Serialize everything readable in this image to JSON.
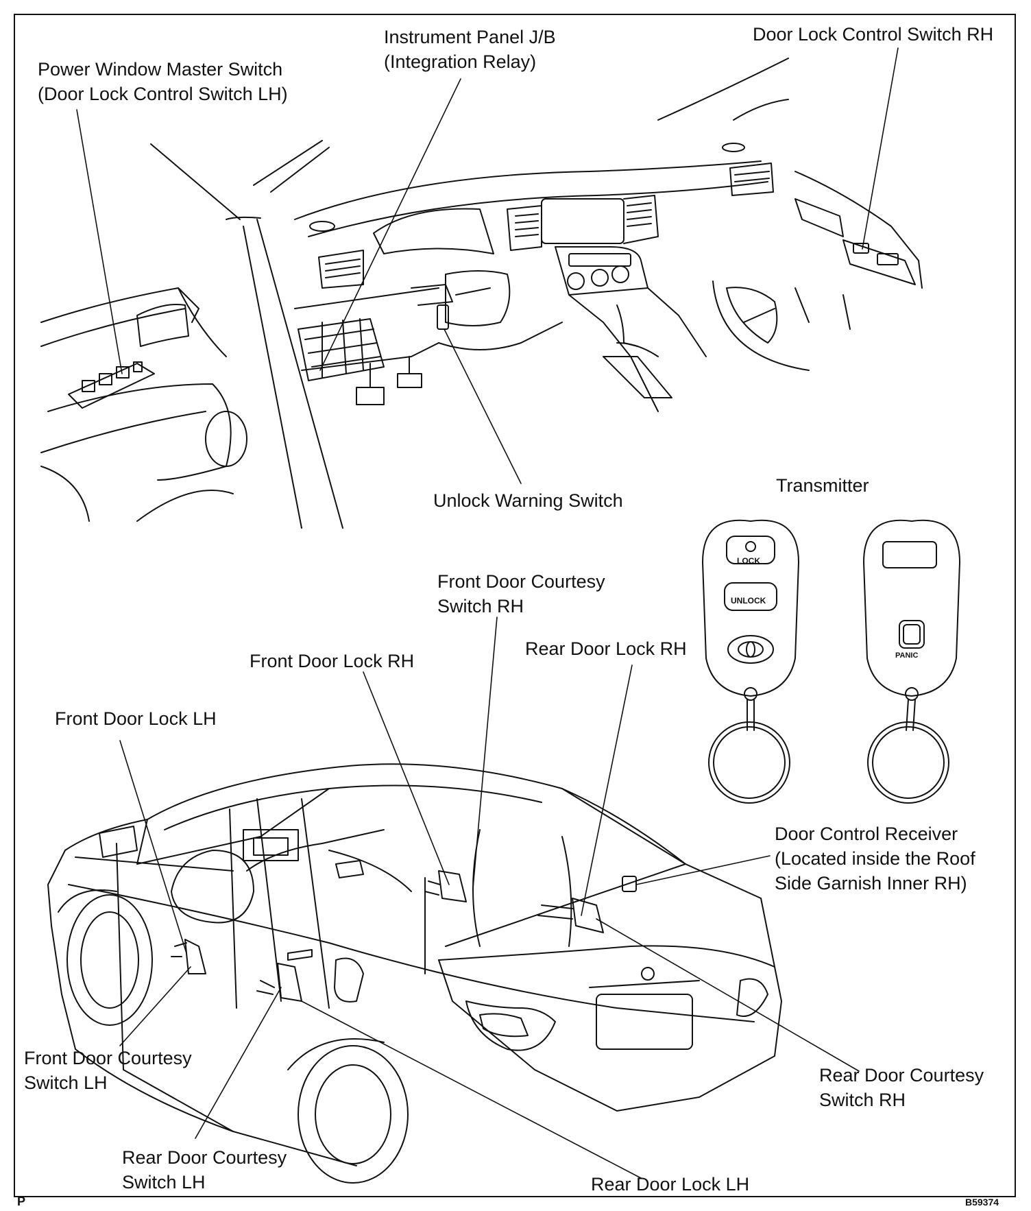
{
  "labels": {
    "instrument_panel": [
      "Instrument Panel J/B",
      "(Integration Relay)"
    ],
    "door_lock_rh": "Door Lock Control Switch RH",
    "power_window": [
      "Power Window Master Switch",
      "(Door Lock Control Switch LH)"
    ],
    "unlock_warning": "Unlock Warning Switch",
    "transmitter": "Transmitter",
    "front_courtesy_rh": [
      "Front Door Courtesy",
      "Switch RH"
    ],
    "rear_lock_rh": "Rear Door Lock RH",
    "front_lock_rh": "Front Door Lock RH",
    "front_lock_lh": "Front Door Lock LH",
    "door_control_receiver": [
      "Door Control Receiver",
      "(Located inside the Roof",
      "Side Garnish Inner RH)"
    ],
    "front_courtesy_lh": [
      "Front Door Courtesy",
      "Switch LH"
    ],
    "rear_courtesy_rh": [
      "Rear Door Courtesy",
      "Switch RH"
    ],
    "rear_courtesy_lh": [
      "Rear Door Courtesy",
      "Switch LH"
    ],
    "rear_lock_lh": "Rear Door Lock LH"
  },
  "remote": {
    "lock": "LOCK",
    "unlock": "UNLOCK",
    "panic": "PANIC"
  },
  "corner": {
    "left": "P",
    "code": "B59374"
  }
}
